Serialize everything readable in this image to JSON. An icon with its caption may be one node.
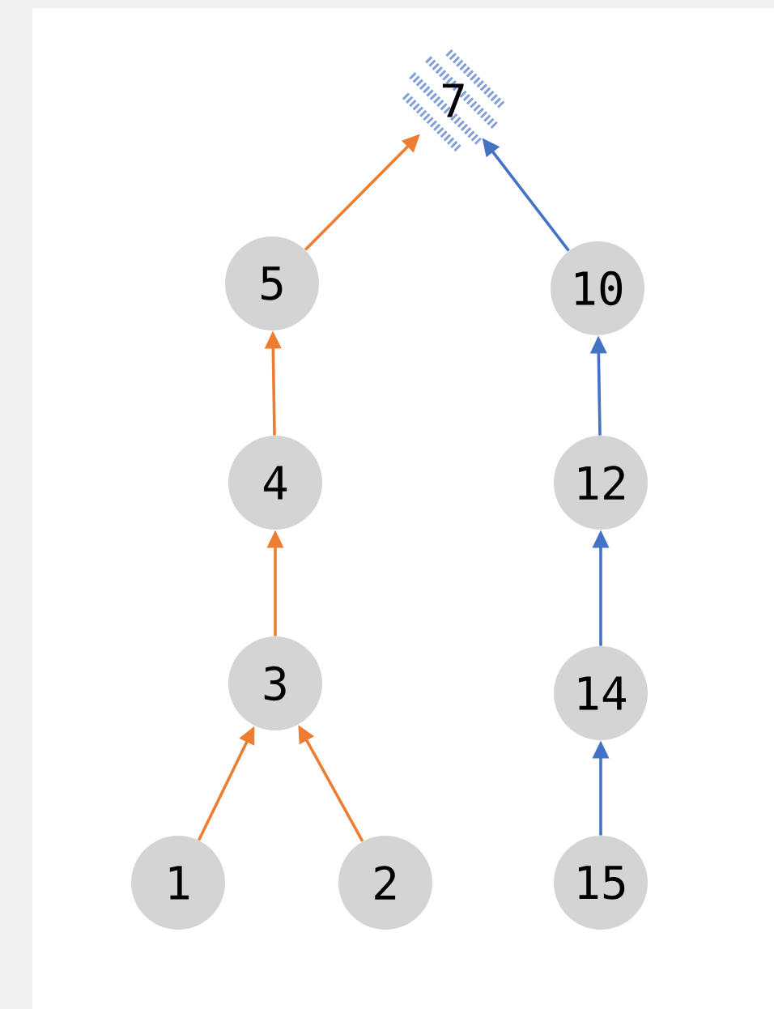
{
  "diagram": {
    "nodes": [
      {
        "text": [
          "7"
        ]
      },
      {
        "text": [
          "5"
        ]
      },
      {
        "text": [
          "10"
        ]
      },
      {
        "text": [
          "4"
        ]
      },
      {
        "text": [
          "12"
        ]
      },
      {
        "text": [
          "3"
        ]
      },
      {
        "text": [
          "14"
        ]
      },
      {
        "text": [
          "1"
        ]
      },
      {
        "text": [
          "2"
        ]
      },
      {
        "text": [
          "15"
        ]
      }
    ],
    "edges": [
      {
        "from": 1,
        "to": 0,
        "arrow": "to"
      },
      {
        "from": 2,
        "to": 0,
        "arrow": "to",
        "color": "#4472c4"
      },
      {
        "from": 3,
        "to": 1,
        "arrow": "to"
      },
      {
        "from": 4,
        "to": 2,
        "arrow": "to",
        "color": "#4472c4"
      },
      {
        "from": 5,
        "to": 3,
        "arrow": "to"
      },
      {
        "from": 6,
        "to": 4,
        "arrow": "to",
        "color": "#4472c4"
      },
      {
        "from": 7,
        "to": 5,
        "arrow": "to"
      },
      {
        "from": 8,
        "to": 5,
        "arrow": "to"
      },
      {
        "from": 9,
        "to": 6,
        "arrow": "to",
        "color": "#4472c4"
      }
    ]
  }
}
